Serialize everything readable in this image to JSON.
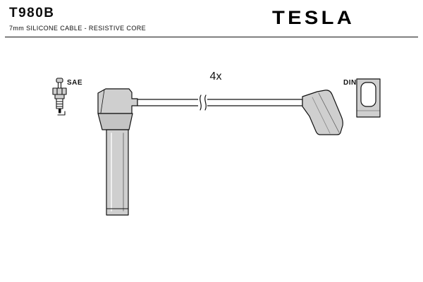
{
  "header": {
    "part_number": "T980B",
    "subtitle": "7mm SILICONE CABLE - RESISTIVE CORE",
    "brand": "TESLA"
  },
  "diagram": {
    "quantity_label": "4x",
    "sae_label": "SAE",
    "din_label": "DIN"
  },
  "colors": {
    "ink": "#111111",
    "part_shade": "#cfcfcf",
    "background": "#ffffff"
  }
}
